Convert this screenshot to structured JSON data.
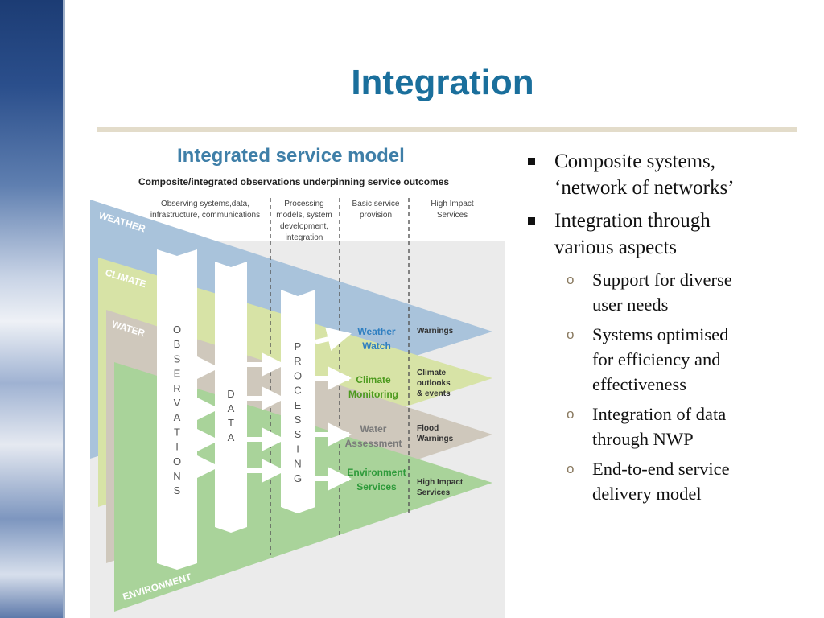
{
  "slide": {
    "title": "Integration"
  },
  "diagram": {
    "title": "Integrated service model",
    "subtitle": "Composite/integrated observations underpinning service outcomes",
    "column_headers": [
      [
        "Observing systems,data,",
        "infrastructure, communications"
      ],
      [
        "Processing",
        "models, system",
        "development,",
        "integration"
      ],
      [
        "Basic service",
        "provision"
      ],
      [
        "High Impact",
        "Services"
      ]
    ],
    "domains": [
      "WEATHER",
      "CLIMATE",
      "WATER",
      "ENVIRONMENT"
    ],
    "pillars": {
      "observations": [
        "O",
        "B",
        "S",
        "E",
        "R",
        "V",
        "A",
        "T",
        "I",
        "O",
        "N",
        "S"
      ],
      "data": [
        "D",
        "A",
        "T",
        "A"
      ],
      "processing": [
        "P",
        "R",
        "O",
        "C",
        "E",
        "S",
        "S",
        "I",
        "N",
        "G"
      ]
    },
    "services": [
      {
        "basic": [
          "Weather",
          "Watch"
        ],
        "impact": [
          "Warnings"
        ]
      },
      {
        "basic": [
          "Climate",
          "Monitoring"
        ],
        "impact": [
          "Climate",
          "outlooks",
          "& events"
        ]
      },
      {
        "basic": [
          "Water",
          "Assessment"
        ],
        "impact": [
          "Flood",
          "Warnings"
        ]
      },
      {
        "basic": [
          "Environment",
          "Services"
        ],
        "impact": [
          "High Impact",
          "Services"
        ]
      }
    ],
    "colors": {
      "weather": "#a9c3db",
      "climate": "#d7e3a6",
      "water": "#cfc8bc",
      "environment": "#a9d39a",
      "title_blue": "#3f7fa8",
      "weather_text": "#2f7fc1",
      "climate_text": "#4c9a1e",
      "water_text": "#7a7a7a",
      "environment_text": "#2e9a3a"
    }
  },
  "bullets": [
    {
      "text_lines": [
        "Composite systems,",
        "‘network of networks’"
      ],
      "sub": []
    },
    {
      "text_lines": [
        "Integration through",
        "various aspects"
      ],
      "sub": [
        {
          "lines": [
            "Support for diverse",
            "user needs"
          ]
        },
        {
          "lines": [
            "Systems optimised",
            "for efficiency and",
            "effectiveness"
          ]
        },
        {
          "lines": [
            "Integration of data",
            "through NWP"
          ]
        },
        {
          "lines": [
            "End-to-end service",
            "delivery model"
          ]
        }
      ]
    }
  ],
  "bullet_marker_sub": "o"
}
